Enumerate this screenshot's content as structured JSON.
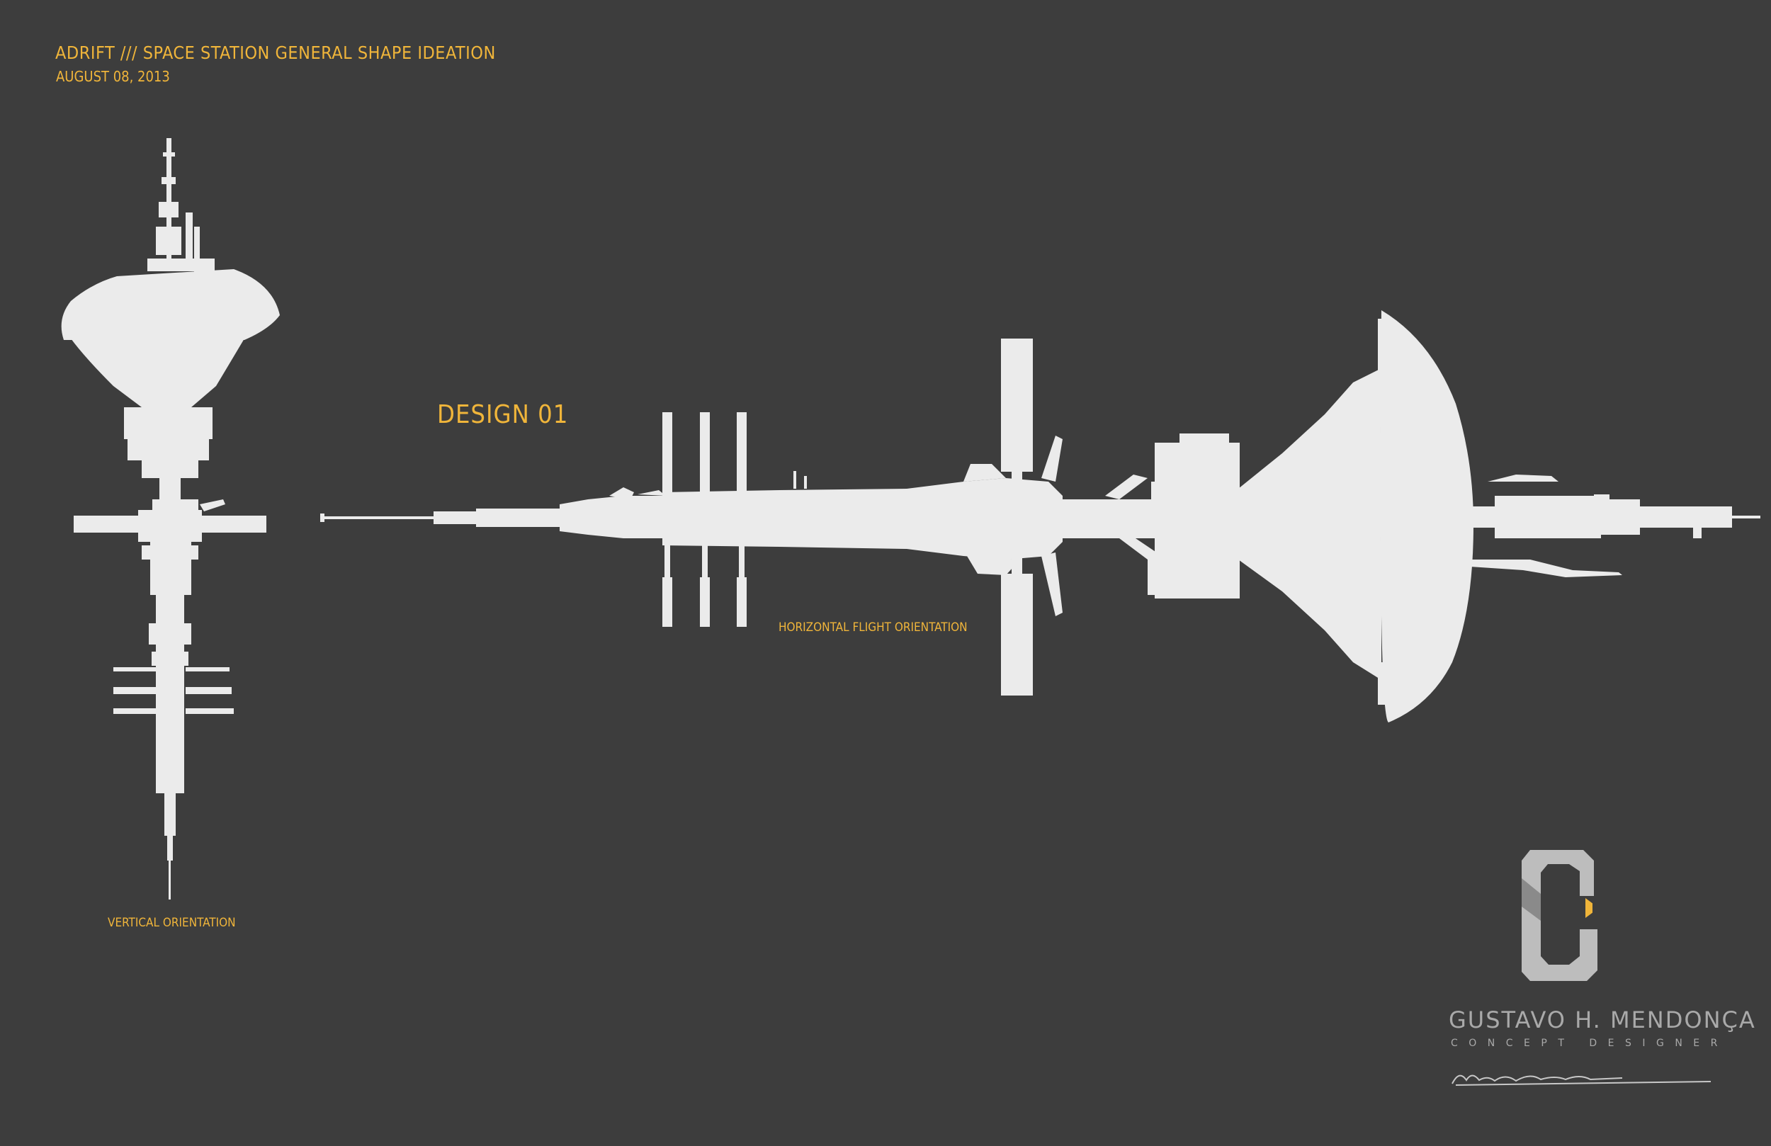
{
  "header": {
    "title": "ADRIFT /// SPACE STATION GENERAL SHAPE IDEATION",
    "date": "AUGUST 08, 2013"
  },
  "design": {
    "name": "DESIGN 01",
    "views": {
      "vertical_label": "VERTICAL ORIENTATION",
      "horizontal_label": "HORIZONTAL FLIGHT ORIENTATION"
    }
  },
  "author": {
    "name": "GUSTAVO H. MENDONÇA",
    "role": "CONCEPT DESIGNER",
    "logo_icon": "g-monogram-logo",
    "signature_icon": "signature"
  },
  "colors": {
    "background": "#3d3d3d",
    "accent": "#f0b53a",
    "silhouette": "#ebebeb",
    "brand_text": "#a9a9a9"
  }
}
